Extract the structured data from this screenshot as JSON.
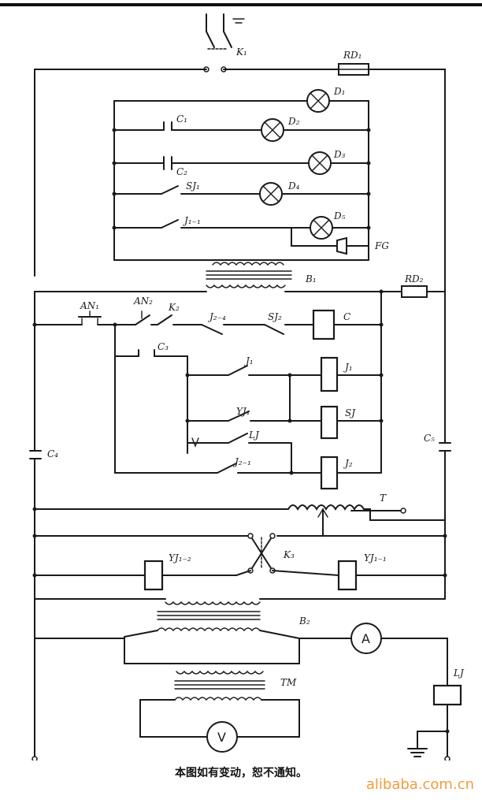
{
  "labels": {
    "k1": "K₁",
    "rd1": "RD₁",
    "rd2": "RD₂",
    "d1": "D₁",
    "d2": "D₂",
    "d3": "D₃",
    "d4": "D₄",
    "d5": "D₅",
    "c_upper1": "C₁",
    "c_upper2": "C₂",
    "sj1": "SJ₁",
    "j11": "J₁₋₁",
    "fg": "FG",
    "b1": "B₁",
    "an1": "AN₁",
    "an2": "AN₂",
    "k2": "K₂",
    "j24": "J₂₋₄",
    "sj2": "SJ₂",
    "c_coil": "C",
    "c3": "C₃",
    "j1_contact": "J₁",
    "j1_coil": "J₁",
    "yj1": "YJ₁",
    "sj_coil": "SJ",
    "lj_contact": "LJ",
    "j21": "J₂₋₁",
    "j2_coil": "J₂",
    "c4": "C₄",
    "c5": "C₅",
    "t": "T",
    "yj12": "YJ₁₋₂",
    "k3": "K₃",
    "yj11": "YJ₁₋₁",
    "b2": "B₂",
    "ammeter": "A",
    "lj_coil": "LJ",
    "tm": "TM",
    "voltmeter": "V"
  },
  "footer": {
    "caption": "本图如有变动，恕不通知。",
    "watermark": "alibaba.com.cn"
  }
}
